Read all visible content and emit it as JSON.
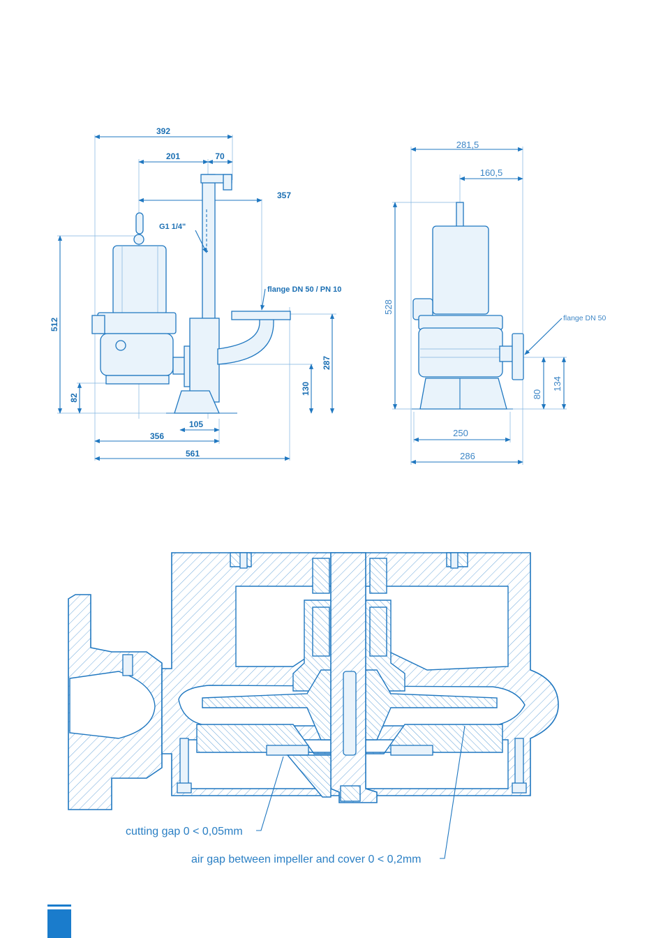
{
  "side_view": {
    "dimensions": {
      "overall_width": "392",
      "center_offset": "201",
      "rail_width": "70",
      "outlet_offset": "357",
      "height": "512",
      "outlet_height": "287",
      "flange_height": "130",
      "base_height": "82",
      "base_width": "105",
      "footprint": "356",
      "total_length": "561"
    },
    "labels": {
      "thread": "G1 1/4\"",
      "flange": "flange DN 50 / PN 10"
    }
  },
  "front_view": {
    "dimensions": {
      "overall_width": "281,5",
      "half_width": "160,5",
      "height": "528",
      "base_width": "250",
      "total_width": "286",
      "flange_center": "80",
      "flange_top": "134"
    },
    "labels": {
      "flange": "flange DN 50"
    }
  },
  "section_view": {
    "callouts": {
      "cutting_gap": "cutting gap 0 < 0,05mm",
      "air_gap": "air gap between impeller and cover 0 < 0,2mm"
    }
  },
  "colors": {
    "line": "#1f77c0",
    "accent": "#1a7ccc"
  }
}
